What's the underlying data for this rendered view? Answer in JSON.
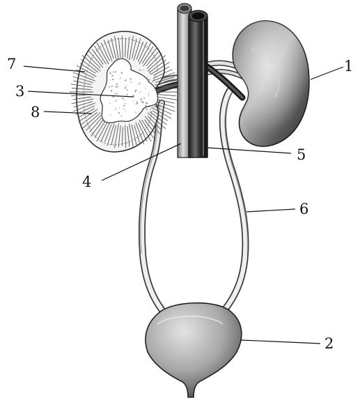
{
  "diagram": {
    "labels": {
      "kidney_right_view": "1",
      "bladder": "2",
      "renal_pelvis": "3",
      "renal_artery": "4",
      "inferior_vena_cava": "5",
      "ureter": "6",
      "renal_cortex": "7",
      "renal_medulla": "8"
    },
    "colors": {
      "line": "#111111",
      "outline": "#2a2a2a",
      "organ_dark": "#3d3d3d",
      "organ_mid": "#8a8a8a",
      "organ_light": "#e6e6e6",
      "cut_surface": "#f3f3f3"
    }
  }
}
